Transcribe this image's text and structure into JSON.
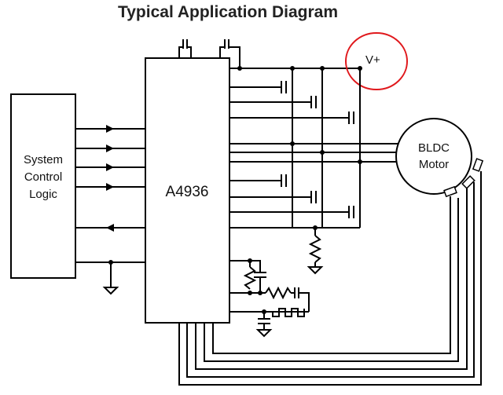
{
  "title": "Typical Application Diagram",
  "blocks": {
    "system": [
      "System",
      "Control",
      "Logic"
    ],
    "chip": "A4936",
    "motor": [
      "BLDC",
      "Motor"
    ]
  },
  "supply_label": "V+",
  "highlight_color": "#e0181c"
}
